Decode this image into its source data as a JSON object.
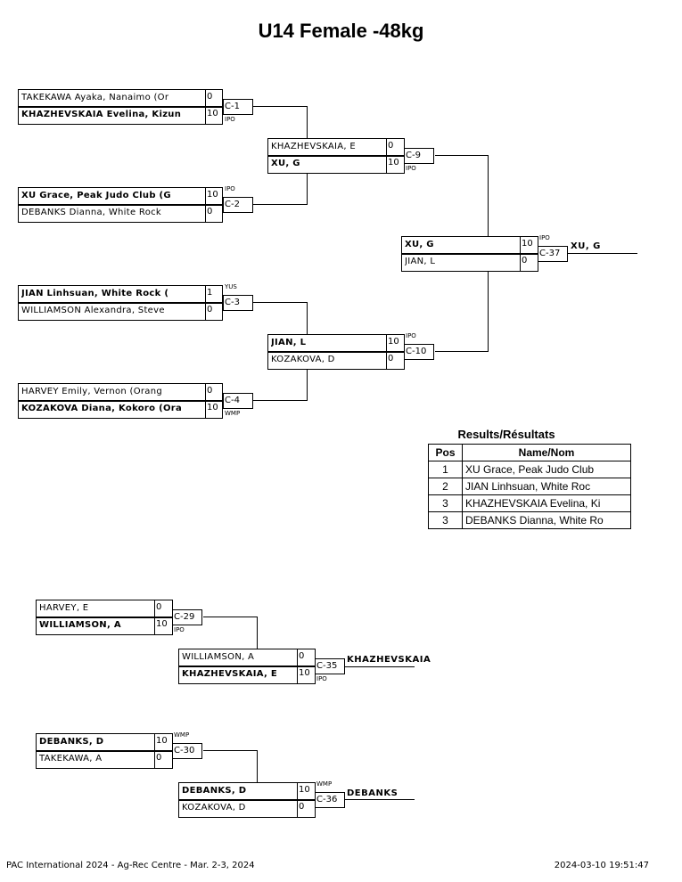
{
  "title": "U14 Female -48kg",
  "matches": {
    "c1": {
      "label": "C-1",
      "note": "IPO",
      "top": {
        "name": "TAKEKAWA Ayaka, Nanaimo (Or",
        "score": "0"
      },
      "bottom": {
        "name": "KHAZHEVSKAIA Evelina, Kizun",
        "score": "10"
      }
    },
    "c2": {
      "label": "C-2",
      "note": "IPO",
      "top": {
        "name": "XU Grace, Peak Judo Club (G",
        "score": "10"
      },
      "bottom": {
        "name": "DEBANKS Dianna, White Rock",
        "score": "0"
      }
    },
    "c3": {
      "label": "C-3",
      "note": "YUS",
      "top": {
        "name": "JIAN Linhsuan, White Rock (",
        "score": "1"
      },
      "bottom": {
        "name": "WILLIAMSON Alexandra, Steve",
        "score": "0"
      }
    },
    "c4": {
      "label": "C-4",
      "note": "WMP",
      "top": {
        "name": "HARVEY Emily, Vernon (Orang",
        "score": "0"
      },
      "bottom": {
        "name": "KOZAKOVA Diana, Kokoro (Ora",
        "score": "10"
      }
    },
    "c9": {
      "label": "C-9",
      "note": "IPO",
      "top": {
        "name": "KHAZHEVSKAIA, E",
        "score": "0"
      },
      "bottom": {
        "name": "XU, G",
        "score": "10"
      }
    },
    "c10": {
      "label": "C-10",
      "note": "IPO",
      "top": {
        "name": "JIAN, L",
        "score": "10"
      },
      "bottom": {
        "name": "KOZAKOVA, D",
        "score": "0"
      }
    },
    "c37": {
      "label": "C-37",
      "note": "IPO",
      "winner": "XU, G",
      "top": {
        "name": "XU, G",
        "score": "10"
      },
      "bottom": {
        "name": "JIAN, L",
        "score": "0"
      }
    },
    "c29": {
      "label": "C-29",
      "note": "IPO",
      "top": {
        "name": "HARVEY, E",
        "score": "0"
      },
      "bottom": {
        "name": "WILLIAMSON, A",
        "score": "10"
      }
    },
    "c35": {
      "label": "C-35",
      "note": "IPO",
      "winner": "KHAZHEVSKAIA",
      "top": {
        "name": "WILLIAMSON, A",
        "score": "0"
      },
      "bottom": {
        "name": "KHAZHEVSKAIA, E",
        "score": "10"
      }
    },
    "c30": {
      "label": "C-30",
      "note": "WMP",
      "top": {
        "name": "DEBANKS, D",
        "score": "10"
      },
      "bottom": {
        "name": "TAKEKAWA, A",
        "score": "0"
      }
    },
    "c36": {
      "label": "C-36",
      "note": "WMP",
      "winner": "DEBANKS",
      "top": {
        "name": "DEBANKS, D",
        "score": "10"
      },
      "bottom": {
        "name": "KOZAKOVA, D",
        "score": "0"
      }
    }
  },
  "results": {
    "title": "Results/Résultats",
    "col_pos": "Pos",
    "col_name": "Name/Nom",
    "rows": [
      {
        "pos": "1",
        "name": "XU Grace, Peak Judo Club"
      },
      {
        "pos": "2",
        "name": "JIAN Linhsuan, White Roc"
      },
      {
        "pos": "3",
        "name": "KHAZHEVSKAIA Evelina, Ki"
      },
      {
        "pos": "3",
        "name": "DEBANKS Dianna, White Ro"
      }
    ]
  },
  "footer": {
    "left": "PAC International 2024 - Ag-Rec Centre - Mar. 2-3, 2024",
    "right": "2024-03-10 19:51:47"
  }
}
